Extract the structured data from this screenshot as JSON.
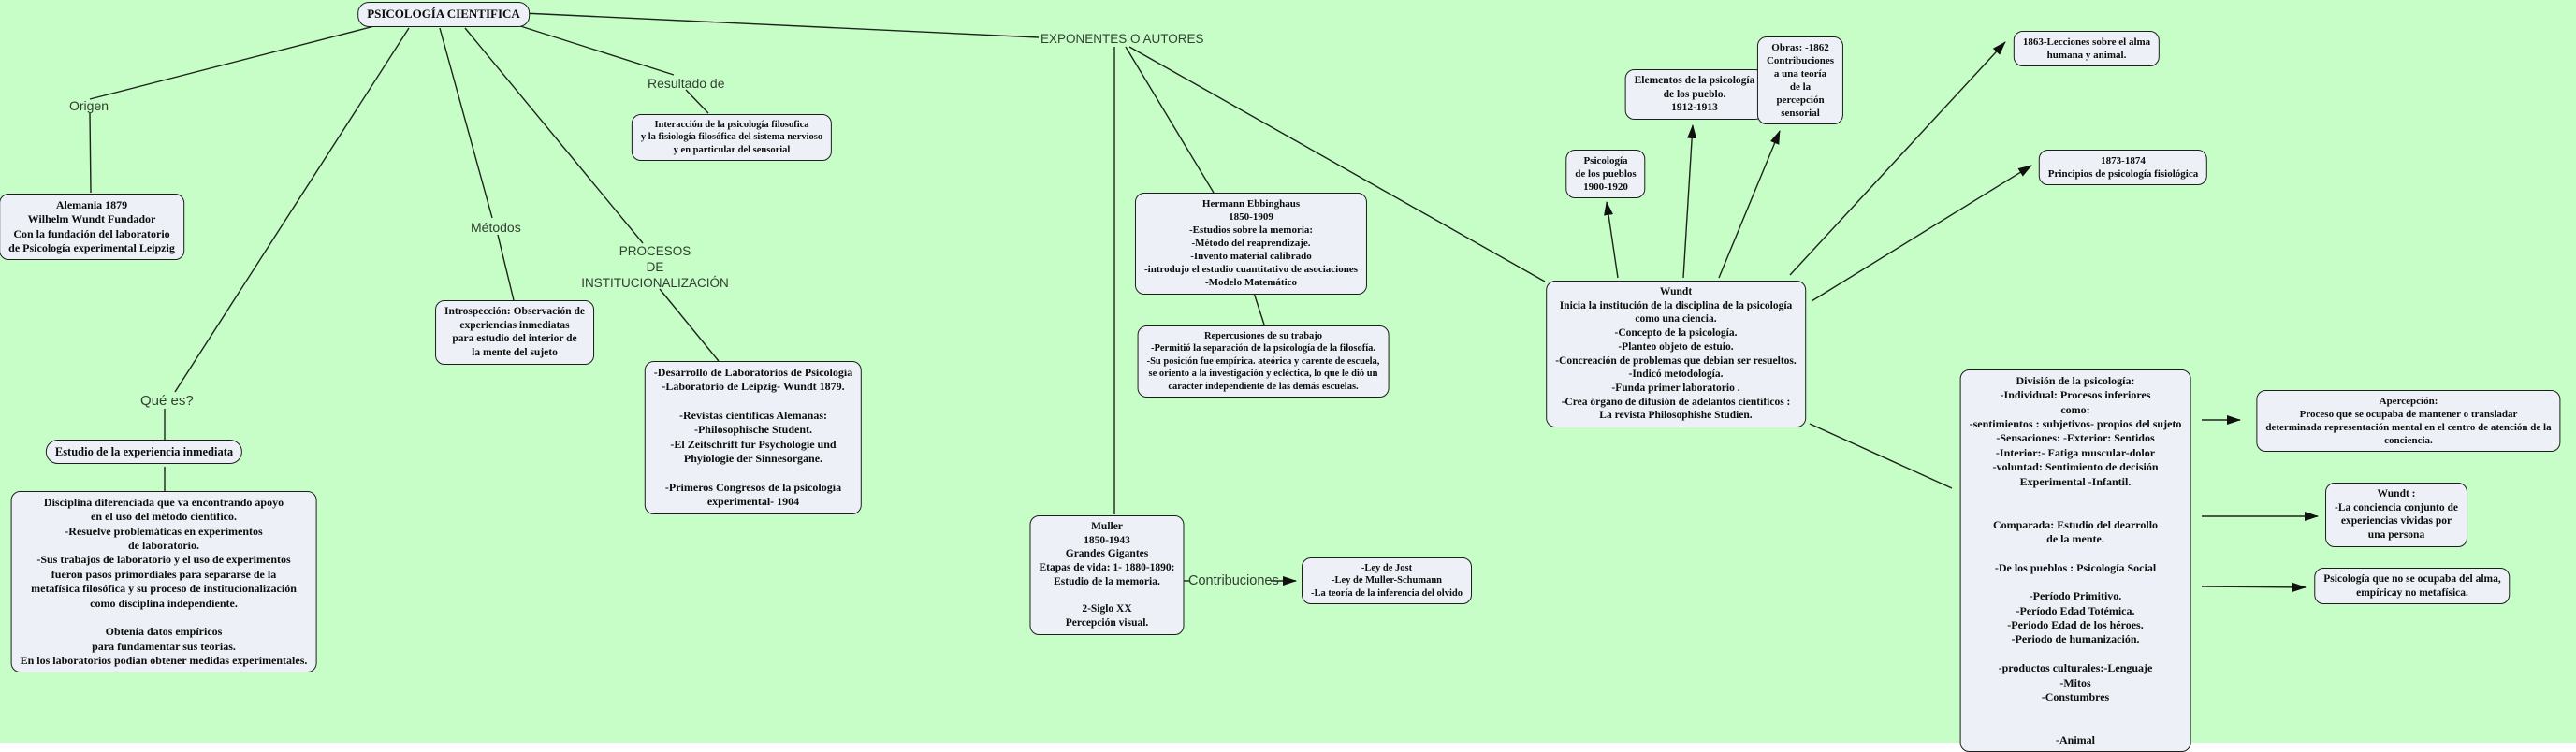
{
  "title": "PSICOLOGÍA CIENTIFICA",
  "colors": {
    "background": "#c7fdc7",
    "node_fill": "#edf1f7",
    "node_border": "#1d1d1d",
    "connector": "#1c241c",
    "label_text": "#333f33"
  },
  "nodes": [
    {
      "id": "psicologia-cientifica",
      "text": "PSICOLOGÍA CIENTIFICA"
    },
    {
      "id": "alemania",
      "text": "Alemania 1879\nWilhelm Wundt Fundador\nCon la fundación del laboratorio\nde Psicología experimental Leipzig"
    },
    {
      "id": "estudio-experiencia",
      "text": "Estudio de la experiencia inmediata"
    },
    {
      "id": "disciplina",
      "text": "Disciplina diferenciada que va encontrando apoyo\nen el uso del método científico.\n-Resuelve problemáticas en experimentos\nde laboratorio.\n-Sus trabajos de laboratorio y el uso de experimentos\nfueron pasos primordiales  para separarse de la\nmetafísica filosófica y su proceso de institucionalización\ncomo disciplina independiente.\n\nObtenía datos empíricos\npara fundamentar sus teorias.\nEn los laboratorios podian obtener medidas experimentales."
    },
    {
      "id": "interaccion",
      "text": "Interacción de la psicología filosofica\ny la fisiología filosófica del sistema nervioso\ny en particular del sensorial"
    },
    {
      "id": "introspeccion",
      "text": "Introspección: Observación de\nexperiencias inmediatas\npara estudio del interior de\nla mente del sujeto"
    },
    {
      "id": "desarrollo-laboratorios",
      "text": "-Desarrollo de Laboratorios de Psicología\n-Laboratorio de Leipzig- Wundt 1879.\n\n-Revistas científicas Alemanas:\n-Philosophische Student.\n-El Zeitschrift fur Psychologie und\nPhyiologie der Sinnesorgane.\n\n-Primeros Congresos de la psicología\nexperimental- 1904"
    },
    {
      "id": "ebbinghaus",
      "text": "Hermann Ebbinghaus\n1850-1909\n-Estudios sobre la memoria:\n-Método del reaprendizaje.\n-Invento material calibrado\n-introdujo el estudio cuantitativo de asociaciones\n-Modelo Matemático"
    },
    {
      "id": "repercusiones",
      "text": "Repercusiones de su trabajo\n-Permitió la separación de la psicología de la filosofía.\n-Su posición fue empírica. ateórica y carente de escuela,\nse oriento a la investigación y ecléctica, lo que le dió un\ncaracter independiente de las demás escuelas."
    },
    {
      "id": "muller",
      "text": "Muller\n1850-1943\nGrandes Gigantes\nEtapas de vida: 1- 1880-1890:\nEstudio de la memoria.\n\n2-Siglo XX\nPercepción visual."
    },
    {
      "id": "ley-jost",
      "text": "-Ley de Jost\n-Ley de Muller-Schumann\n-La teoría de la inferencia del olvido"
    },
    {
      "id": "wundt",
      "text": "Wundt\nInicia la institución de la disciplina de la psicología\ncomo una ciencia.\n-Concepto de la psicología.\n-Planteo objeto de estuio.\n-Concreación de problemas que debian ser resueltos.\n-Indicó metodología.\n-Funda primer laboratorio .\n-Crea órgano de difusión de adelantos científicos :\nLa revista Philosophishe Studien."
    },
    {
      "id": "psicologia-pueblos",
      "text": "Psicología\nde los pueblos\n1900-1920"
    },
    {
      "id": "elementos-pueblos",
      "text": "Elementos de la psicología\nde los pueblo.\n1912-1913"
    },
    {
      "id": "obras",
      "text": "Obras: -1862\nContribuciones\na una teoría\nde la\npercepción\nsensorial"
    },
    {
      "id": "lecciones-1863",
      "text": "1863-Lecciones sobre el alma\nhumana y animal."
    },
    {
      "id": "principios-1873",
      "text": "1873-1874\nPrincipios de psicología fisiológica"
    },
    {
      "id": "division",
      "text": "División de la psicología:\n-Individual: Procesos inferiores\ncomo:\n-sentimientos : subjetivos- propios del sujeto\n-Sensaciones: -Exterior: Sentidos\n-Interior:- Fatiga muscular-dolor\n-voluntad: Sentimiento de decisión\nExperimental -Infantil.\n\n\nComparada: Estudio del dearrollo\nde la mente.\n\n-De los pueblos : Psicología Social\n\n-Período Primitivo.\n-Período Edad Totémica.\n-Periodo Edad de los héroes.\n-Periodo de humanización.\n\n-productos culturales:-Lenguaje\n-Mitos\n-Constumbres\n\n\n-Animal"
    },
    {
      "id": "apercepcion",
      "text": "Apercepción:\nProceso que se ocupaba de mantener o transladar\ndeterminada representación mental en el centro de atención de la\nconciencia."
    },
    {
      "id": "wundt-conciencia",
      "text": "Wundt :\n-La conciencia conjunto de\nexperiencias vividas por\nuna persona"
    },
    {
      "id": "psicologia-alma",
      "text": "Psicología que no se ocupaba del alma,\nempíricay no metafísica."
    }
  ],
  "labels": [
    {
      "id": "origen",
      "text": "Origen"
    },
    {
      "id": "que-es",
      "text": "Qué es?"
    },
    {
      "id": "metodos",
      "text": "Métodos"
    },
    {
      "id": "resultado-de",
      "text": "Resultado de"
    },
    {
      "id": "procesos",
      "text": "PROCESOS\nDE\nINSTITUCIONALIZACIÓN"
    },
    {
      "id": "exponentes",
      "text": "EXPONENTES O AUTORES"
    },
    {
      "id": "contribuciones",
      "text": "Contribuciones"
    }
  ]
}
